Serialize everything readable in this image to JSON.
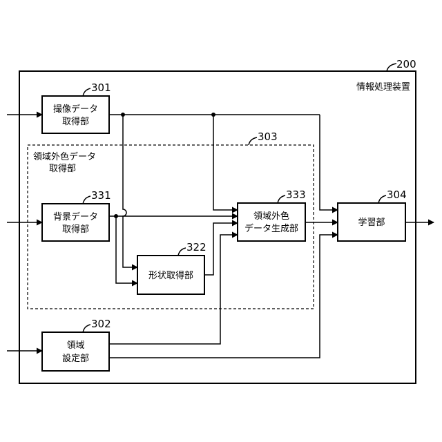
{
  "device": {
    "number": "200",
    "label": "情報処理装置"
  },
  "blocks": {
    "imaging": {
      "number": "301",
      "line1": "撮像データ",
      "line2": "取得部"
    },
    "outside_region_acq": {
      "number": "303",
      "line1": "領域外色データ",
      "line2": "取得部"
    },
    "background": {
      "number": "331",
      "line1": "背景データ",
      "line2": "取得部"
    },
    "shape": {
      "number": "322",
      "label": "形状取得部"
    },
    "generation": {
      "number": "333",
      "line1": "領域外色",
      "line2": "データ生成部"
    },
    "region_setting": {
      "number": "302",
      "line1": "領域",
      "line2": "設定部"
    },
    "learning": {
      "number": "304",
      "label": "学習部"
    }
  },
  "colors": {
    "line": "#000000",
    "background": "#ffffff"
  }
}
